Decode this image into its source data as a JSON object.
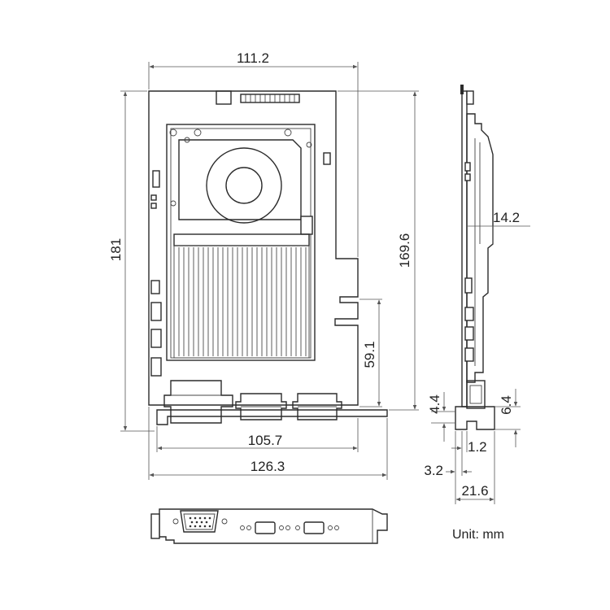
{
  "dimensions": {
    "top_width": "111.2",
    "height_left": "181",
    "height_right": "169.6",
    "bracket_height": "59.1",
    "bottom_inner": "105.7",
    "bottom_outer": "126.3",
    "side_thickness": "14.2",
    "side_a": "4.4",
    "side_b": "6.4",
    "side_c": "1.2",
    "side_d": "3.2",
    "side_e": "21.6"
  },
  "unit_label": "Unit: mm"
}
